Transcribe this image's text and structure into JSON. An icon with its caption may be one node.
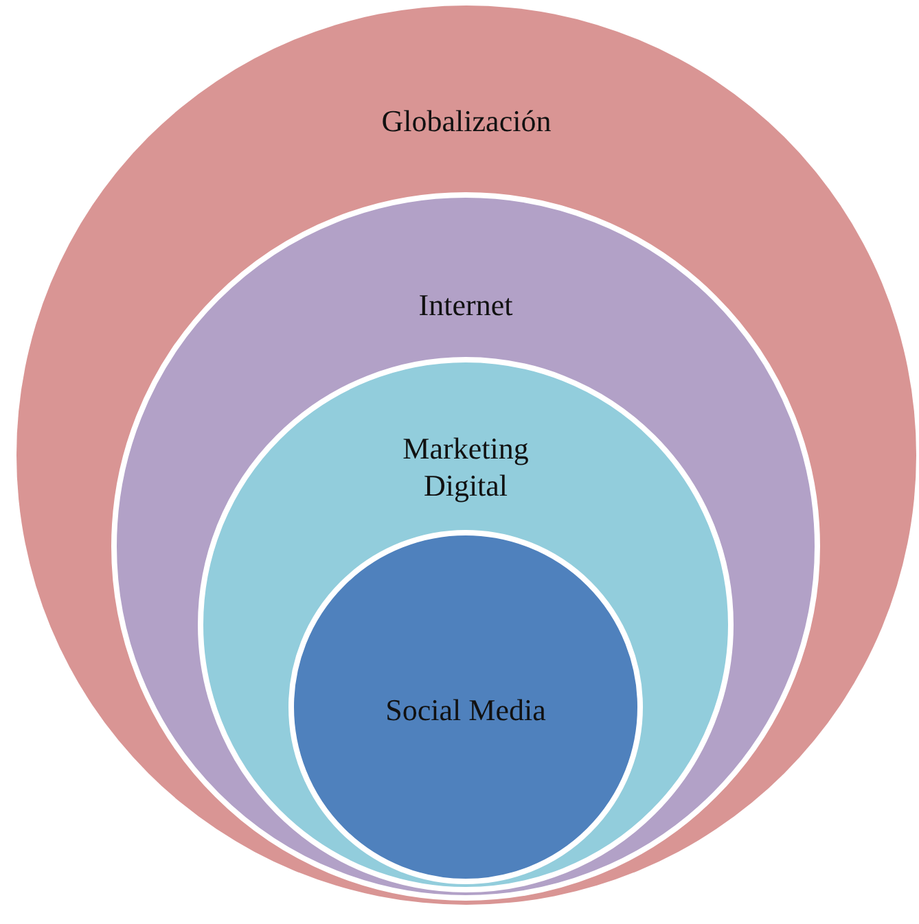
{
  "diagram": {
    "nodes": [
      {
        "text": [
          "Globalización"
        ]
      },
      {
        "text": [
          "Internet"
        ],
        "in": 0
      },
      {
        "text": [
          "Marketing Digital"
        ],
        "in": 1
      },
      {
        "text": [
          "Social Media"
        ],
        "in": 2
      }
    ]
  }
}
